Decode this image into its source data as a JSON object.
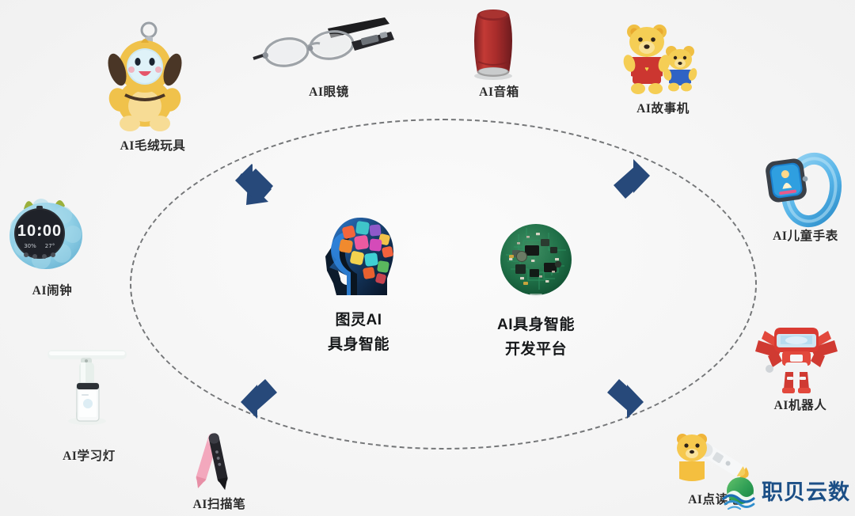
{
  "center": {
    "left": {
      "icon": "brain-head-icon",
      "line1": "图灵AI",
      "line2": "具身智能"
    },
    "right": {
      "icon": "circuit-board-icon",
      "line1": "AI具身智能",
      "line2": "开发平台"
    }
  },
  "arrows": [
    {
      "name": "arrow-up-left",
      "direction": "up-left"
    },
    {
      "name": "arrow-up-right",
      "direction": "up-right"
    },
    {
      "name": "arrow-down-left",
      "direction": "down-left"
    },
    {
      "name": "arrow-down-right",
      "direction": "down-right"
    }
  ],
  "items": [
    {
      "id": "ai-plush-toy",
      "label": "AI毛绒玩具",
      "icon": "plush-toy-icon"
    },
    {
      "id": "ai-glasses",
      "label": "AI眼镜",
      "icon": "smart-glasses-icon"
    },
    {
      "id": "ai-speaker",
      "label": "AI音箱",
      "icon": "smart-speaker-icon"
    },
    {
      "id": "ai-story-machine",
      "label": "AI故事机",
      "icon": "story-bear-icon"
    },
    {
      "id": "ai-kids-watch",
      "label": "AI儿童手表",
      "icon": "kids-watch-icon"
    },
    {
      "id": "ai-robot",
      "label": "AI机器人",
      "icon": "transformer-robot-icon"
    },
    {
      "id": "ai-reading-pen",
      "label": "AI点读笔",
      "icon": "reading-pen-icon"
    },
    {
      "id": "ai-scan-pen",
      "label": "AI扫描笔",
      "icon": "scan-pen-icon"
    },
    {
      "id": "ai-study-lamp",
      "label": "AI学习灯",
      "icon": "study-lamp-icon"
    },
    {
      "id": "ai-alarm-clock",
      "label": "AI闹钟",
      "icon": "alarm-clock-icon"
    }
  ],
  "watermark": {
    "text": "职贝云数",
    "icon": "wave-globe-logo-icon"
  },
  "colors": {
    "arrow_navy": "#27497a",
    "dashed_ring": "#6e7072",
    "background": "#f2f2f2",
    "watermark_text": "#1c4f86",
    "watermark_globe_green": "#3aa14c",
    "watermark_wave_blue": "#1b6fb5"
  }
}
